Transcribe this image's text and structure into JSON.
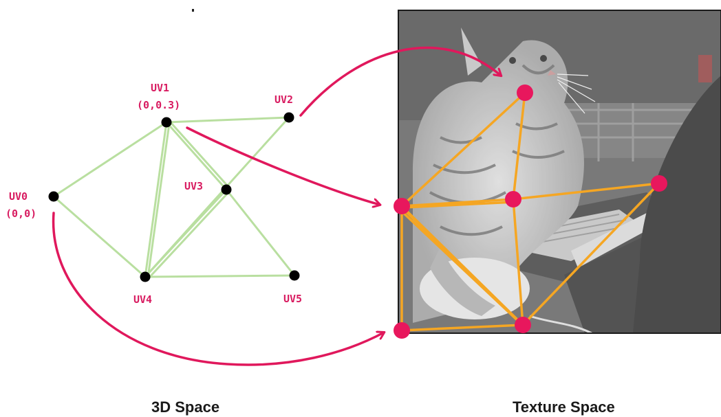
{
  "captions": {
    "left": "3D Space",
    "right": "Texture Space"
  },
  "uv_points": [
    {
      "name": "UV0",
      "coord": "(0,0)"
    },
    {
      "name": "UV1",
      "coord": "(0,0.3)"
    },
    {
      "name": "UV2",
      "coord": ""
    },
    {
      "name": "UV3",
      "coord": ""
    },
    {
      "name": "UV4",
      "coord": ""
    },
    {
      "name": "UV5",
      "coord": ""
    }
  ],
  "colors": {
    "mesh_edge": "#b9dfa0",
    "vertex": "#000000",
    "label": "#d81b60",
    "arrow": "#e0185c",
    "texture_edge": "#f5a623",
    "texture_vertex": "#e8175d",
    "texture_frame": "#1a1a1a"
  },
  "texture_image": {
    "subject": "cat-with-laptop-photo"
  }
}
